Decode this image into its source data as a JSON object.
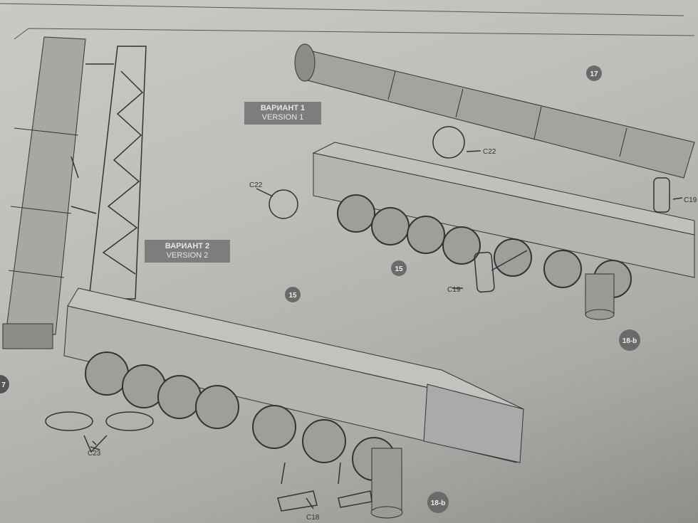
{
  "version1": {
    "ru": "ВАРИАНТ 1",
    "en": "VERSION 1"
  },
  "version2": {
    "ru": "ВАРИАНТ 2",
    "en": "VERSION 2"
  },
  "part_callouts": {
    "missile_top": "17",
    "missile_left_partial": "7",
    "chassis_v1": "15",
    "chassis_v2": "15",
    "jack_v1": "18-b",
    "jack_v2": "18-b"
  },
  "part_labels": {
    "c22_front": "C22",
    "c22_missile": "C22",
    "c19_right": "C19",
    "c19_bottom": "C19",
    "c23": "C23",
    "c18": "C18"
  },
  "colors": {
    "badge": "#7d7d7b",
    "callout": "#6a6a68",
    "line": "#3a3a3a"
  }
}
